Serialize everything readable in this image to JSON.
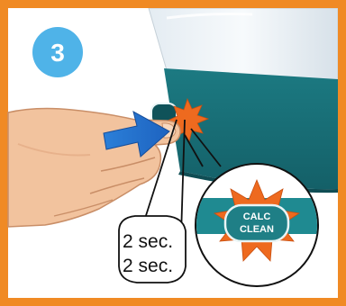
{
  "step": {
    "number": "3"
  },
  "timer": {
    "line1": "2 sec.",
    "line2": "2 sec."
  },
  "button": {
    "line1": "CALC",
    "line2": "CLEAN"
  },
  "icons": {
    "press": "press-arrow-icon",
    "burst": "flash-burst-icon"
  },
  "colors": {
    "frame": "#f08a24",
    "badge": "#4fb3e8",
    "appliance_teal": "#1f7f86",
    "burst_orange": "#ee6a1f",
    "press_arrow": "#1e6fd0",
    "button_fill": "#1f7f86",
    "skin": "#f2c39e"
  }
}
